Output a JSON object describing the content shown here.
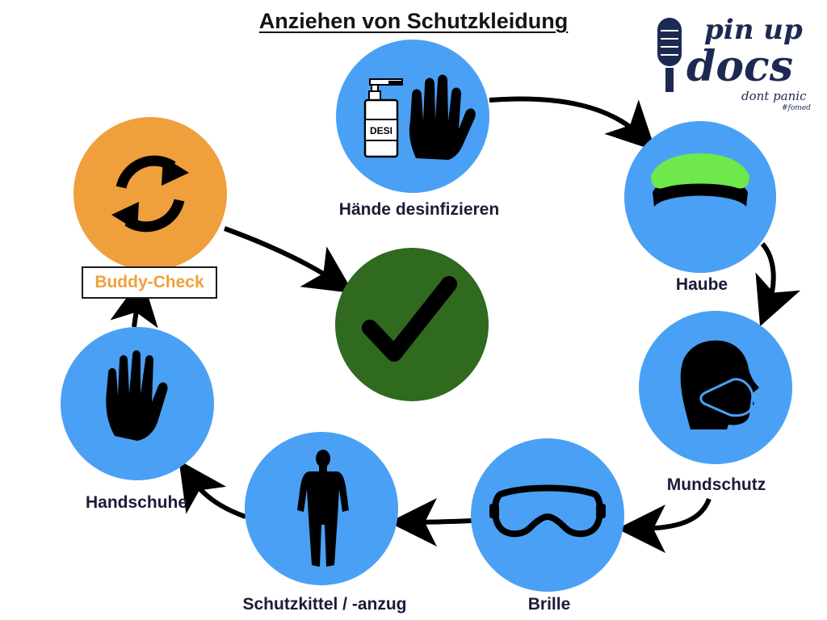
{
  "title": "Anziehen von Schutzkleidung",
  "steps": {
    "haende": "Hände desinfizieren",
    "haube": "Haube",
    "mundschutz": "Mundschutz",
    "brille": "Brille",
    "kittel": "Schutzkittel / -anzug",
    "handschuhe": "Handschuhe",
    "buddy": "Buddy-Check"
  },
  "desi_label": "DESI",
  "logo": {
    "line1": "pin up",
    "line2": "docs",
    "tagline": "dont panic",
    "hashtag": "#fomed"
  },
  "colors": {
    "step_circle": "#4aa0f5",
    "buddy_circle": "#ef9f3c",
    "done_circle": "#2f6a1f",
    "cap": "#6ee84a",
    "label_text": "#1b1b3a",
    "buddy_text": "#f0a13a"
  },
  "icons": [
    "sanitizer-bottle-icon",
    "hand-icon",
    "cap-icon",
    "face-mask-icon",
    "goggles-icon",
    "person-silhouette-icon",
    "raised-hand-icon",
    "refresh-cycle-icon",
    "checkmark-icon",
    "microphone-icon"
  ]
}
